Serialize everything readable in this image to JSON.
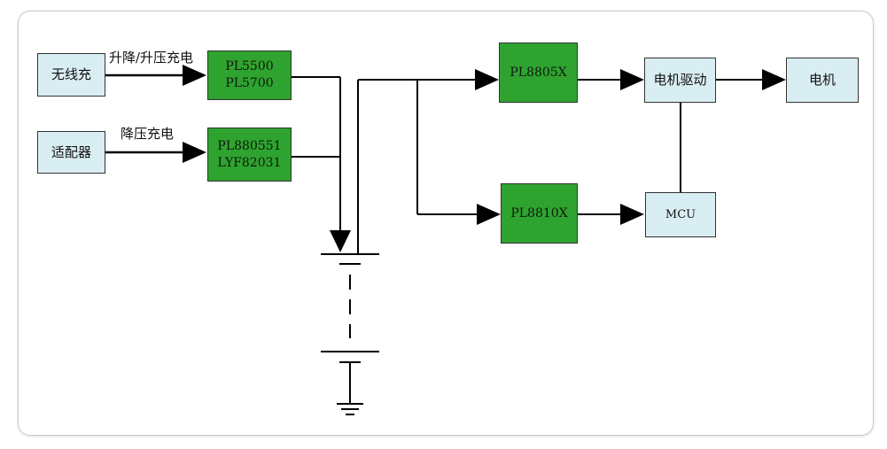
{
  "blocks": {
    "wireless": "无线充",
    "adapter": "适配器",
    "pl5500": "PL5500",
    "pl5700": "PL5700",
    "pl880551": "PL880551",
    "lyf82031": "LYF82031",
    "pl8805x": "PL8805X",
    "pl8810x": "PL8810X",
    "motor_driver": "电机驱动",
    "motor": "电机",
    "mcu": "MCU"
  },
  "edge_labels": {
    "wireless_to_pl5500": "升降/升压充电",
    "adapter_to_pl880551": "降压充电"
  },
  "colors": {
    "chip_fill": "#2fa32f",
    "block_fill": "#d9eef3",
    "line": "#000000"
  }
}
